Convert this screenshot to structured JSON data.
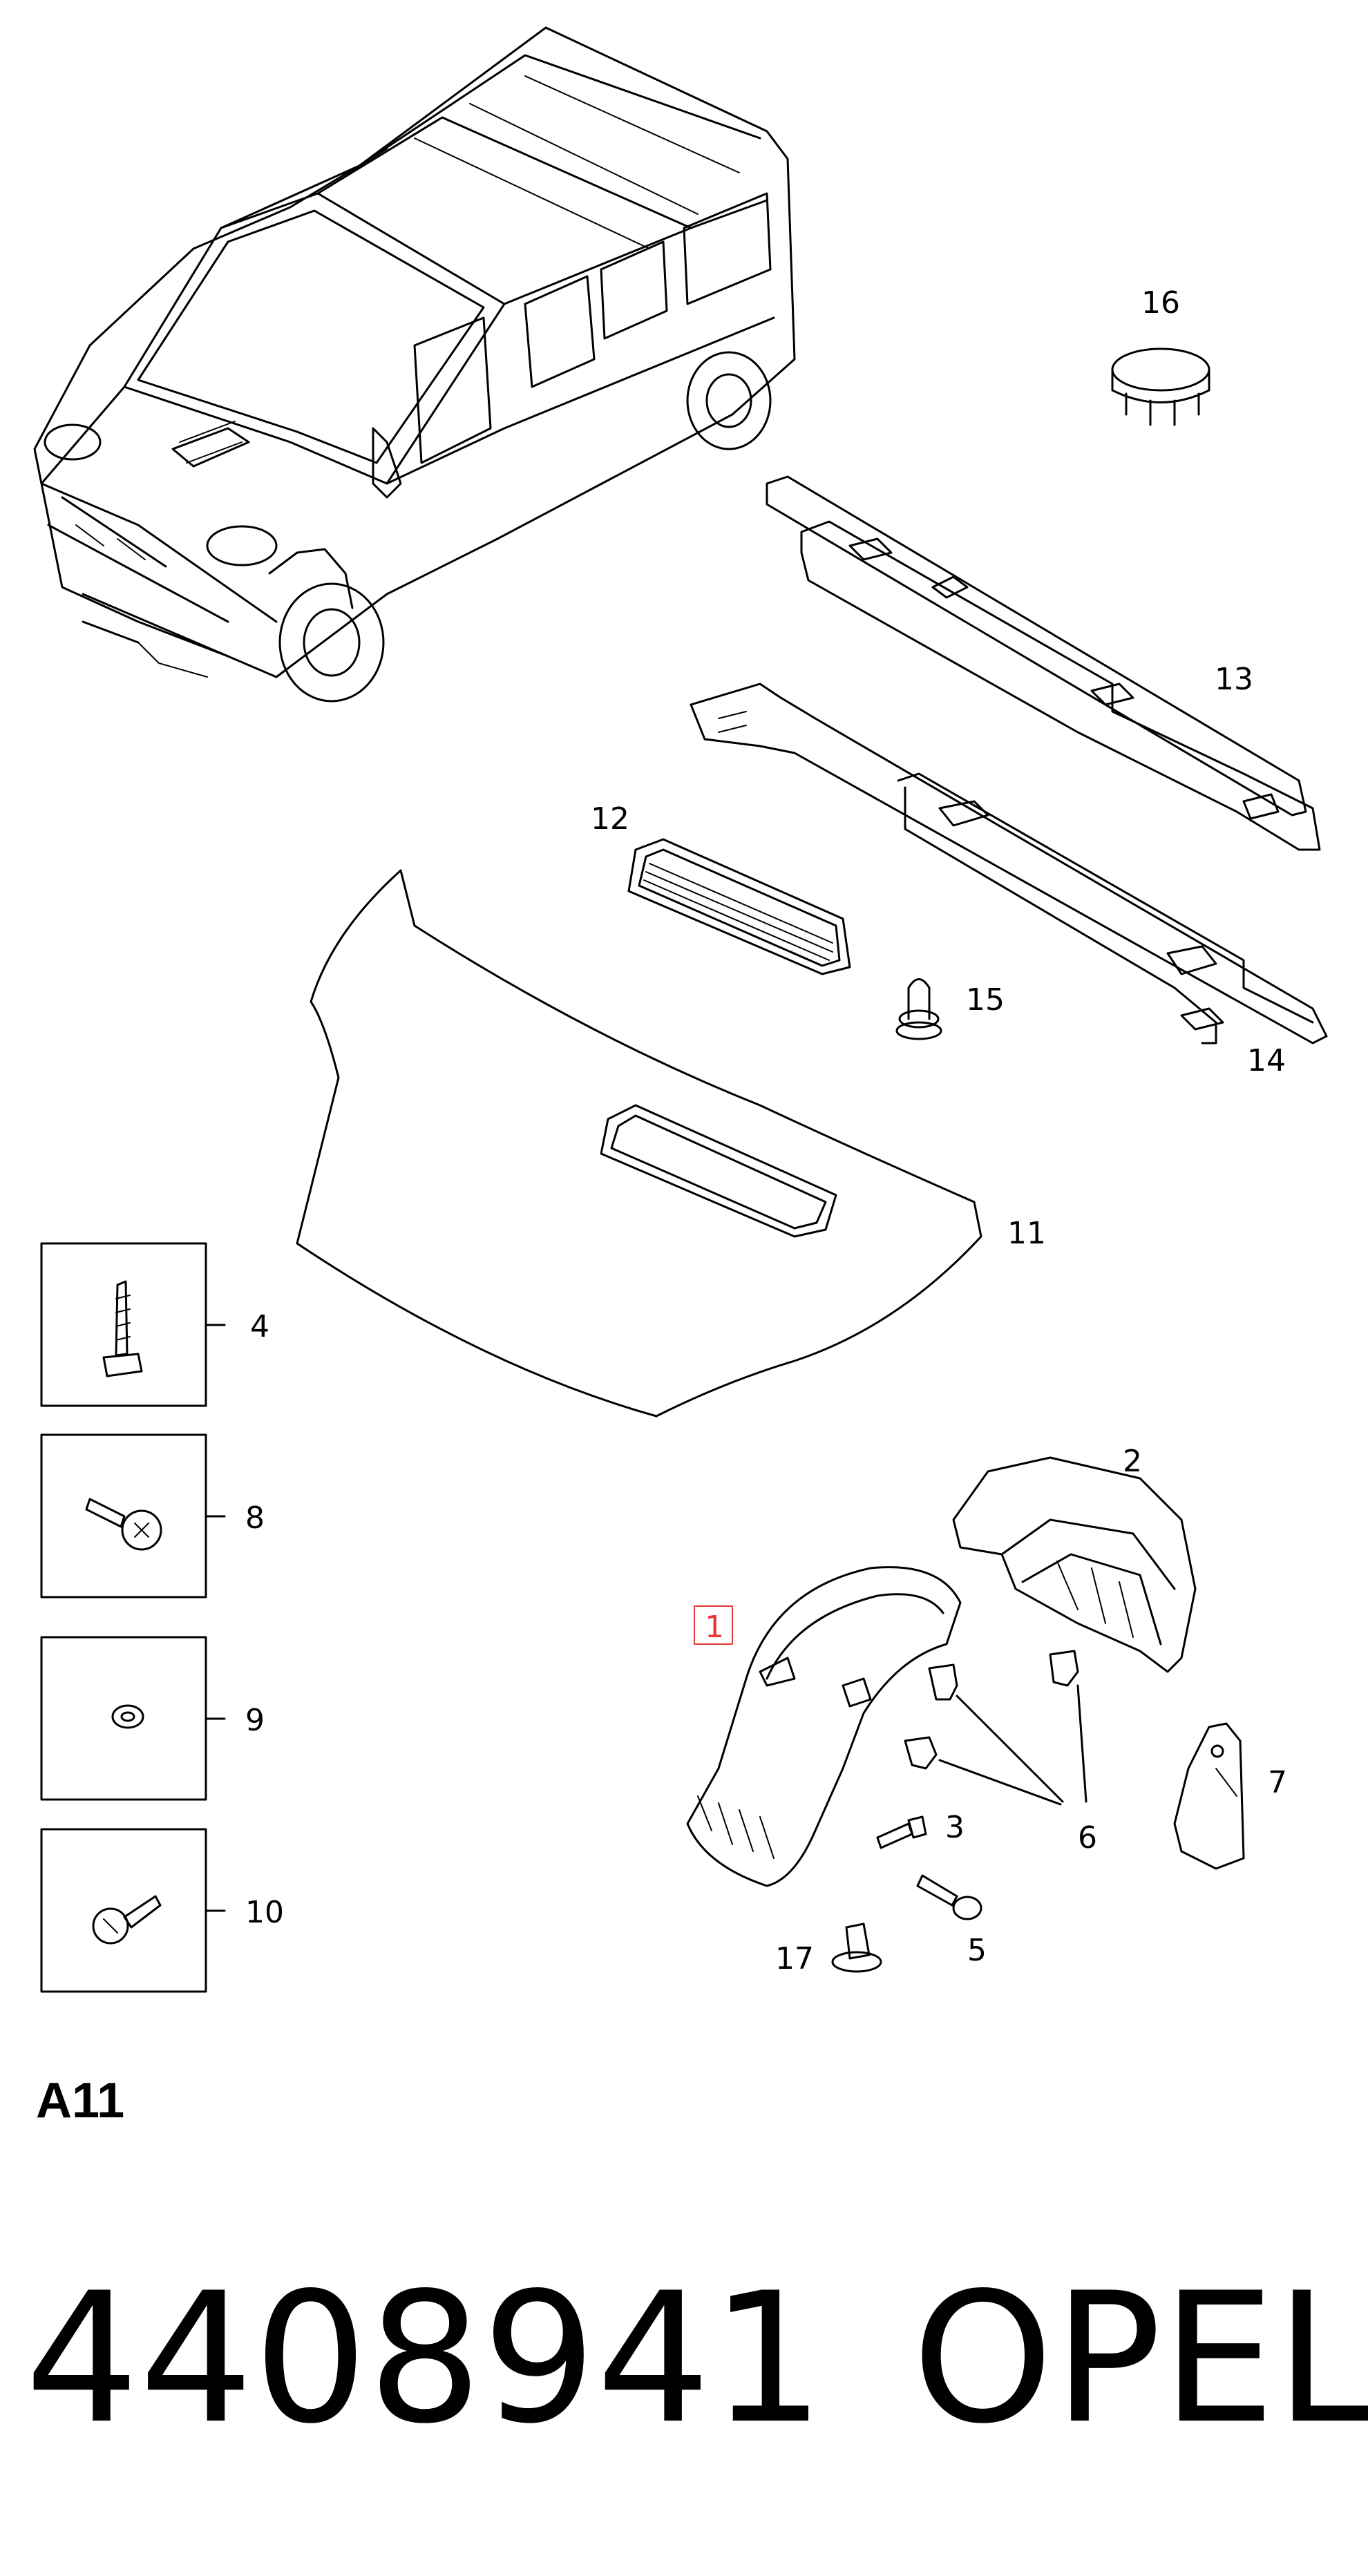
{
  "callouts": {
    "c1": "1",
    "c2": "2",
    "c3": "3",
    "c4": "4",
    "c5": "5",
    "c6": "6",
    "c7": "7",
    "c8": "8",
    "c9": "9",
    "c10": "10",
    "c11": "11",
    "c12": "12",
    "c13": "13",
    "c14": "14",
    "c15": "15",
    "c16": "16",
    "c17": "17"
  },
  "highlighted_callout": "1",
  "highlight_color": "#e53935",
  "section_label": "A11",
  "part_number": "4408941",
  "brand": "OPEL"
}
